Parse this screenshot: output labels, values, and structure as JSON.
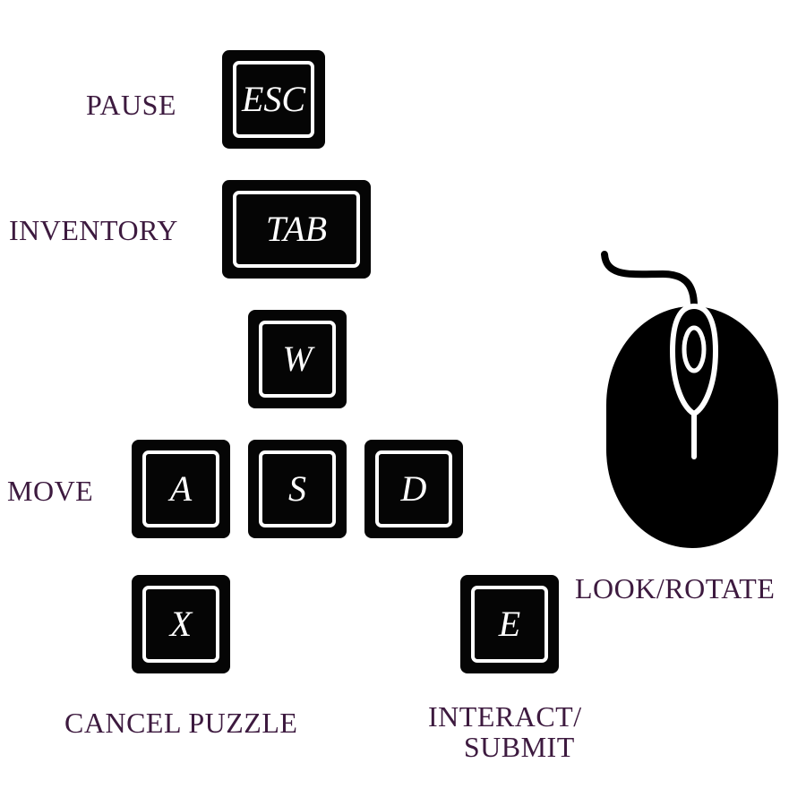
{
  "colors": {
    "label": "#3d1a3f",
    "key_background": "#050505",
    "key_border": "#ffffff"
  },
  "controls": {
    "pause": {
      "key": "ESC",
      "action": "PAUSE"
    },
    "inventory": {
      "key": "TAB",
      "action": "INVENTORY"
    },
    "move": {
      "keys": [
        "W",
        "A",
        "S",
        "D"
      ],
      "action": "MOVE"
    },
    "cancel": {
      "key": "X",
      "action": "CANCEL PUZZLE"
    },
    "interact": {
      "key": "E",
      "action_line1": "INTERACT/",
      "action_line2": "SUBMIT"
    },
    "look": {
      "icon": "mouse-icon",
      "action": "LOOK/ROTATE"
    }
  }
}
